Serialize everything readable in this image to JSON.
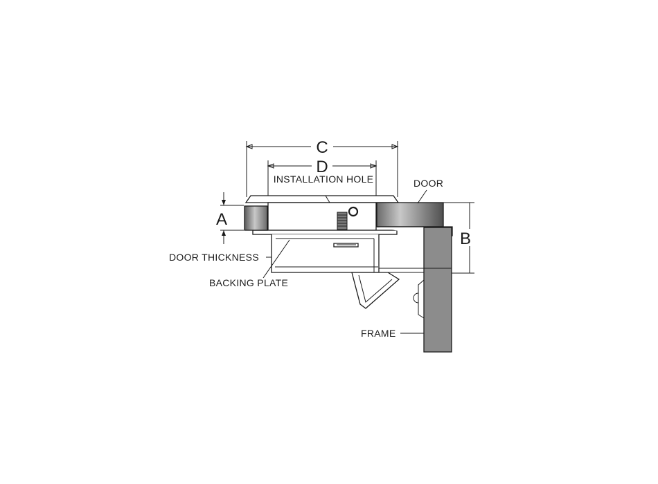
{
  "diagram": {
    "dimensions": {
      "c": "C",
      "d": "D",
      "a": "A",
      "b": "B"
    },
    "labels": {
      "installation_hole": "INSTALLATION HOLE",
      "door": "DOOR",
      "door_thickness": "DOOR THICKNESS",
      "backing_plate": "BACKING PLATE",
      "frame": "FRAME"
    },
    "colors": {
      "line": "#1a1a1a",
      "door_section": "#8a8a8a",
      "frame_section": "#8c8c8c",
      "background": "#ffffff"
    }
  }
}
